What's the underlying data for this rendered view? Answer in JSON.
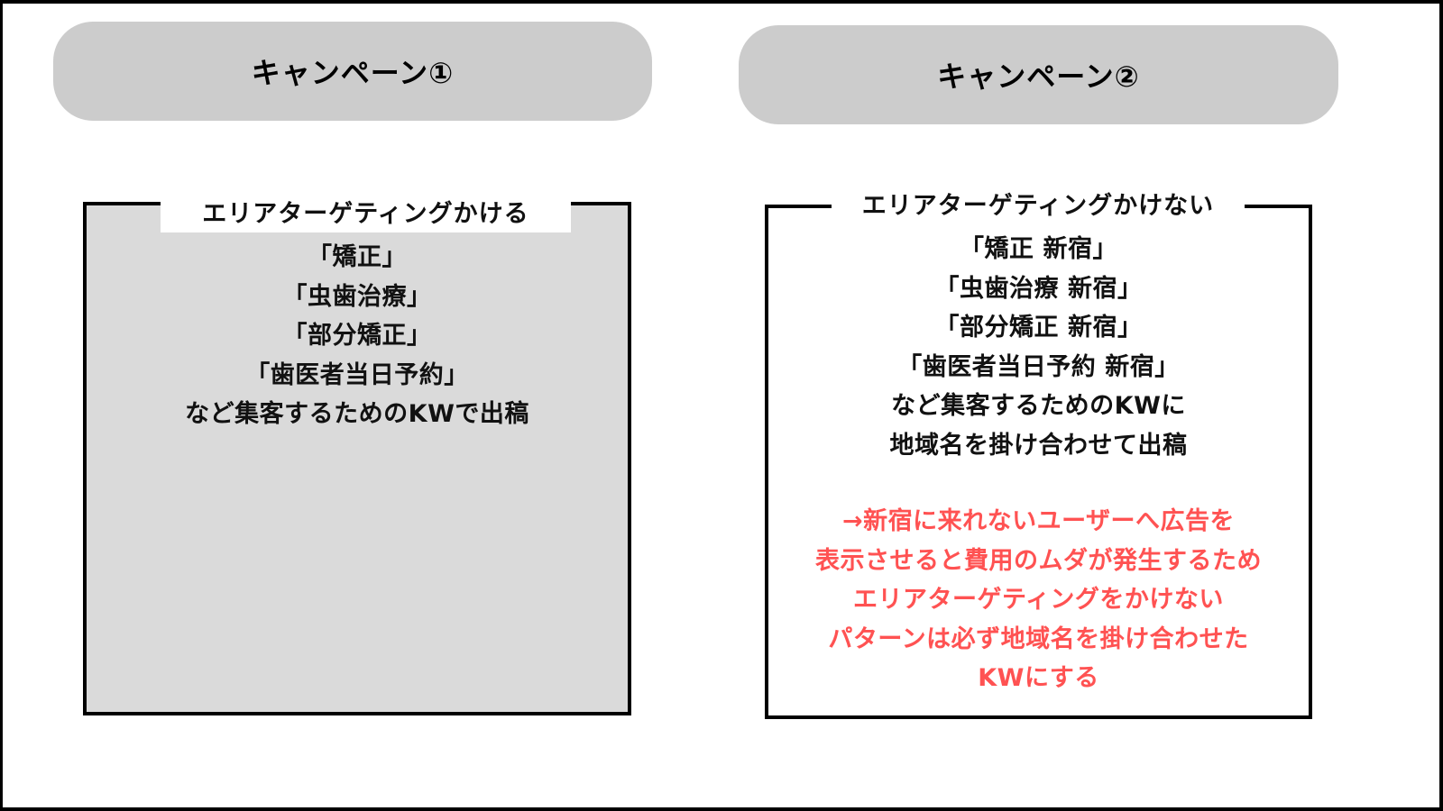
{
  "campaigns": [
    {
      "title": "キャンペーン①",
      "box_label": "エリアターゲティングかける",
      "keywords": [
        "「矯正」",
        "「虫歯治療」",
        "「部分矯正」",
        "「歯医者当日予約」"
      ],
      "description_lines": [
        "など集客するためのKWで出稿"
      ],
      "box_fill": "#dadada"
    },
    {
      "title": "キャンペーン②",
      "box_label": "エリアターゲティングかけない",
      "keywords": [
        "「矯正 新宿」",
        "「虫歯治療 新宿」",
        "「部分矯正 新宿」",
        "「歯医者当日予約 新宿」"
      ],
      "description_lines": [
        "など集客するためのKWに",
        "地域名を掛け合わせて出稿"
      ],
      "note_lines": [
        "→新宿に来れないユーザーへ広告を",
        "表示させると費用のムダが発生するため",
        "エリアターゲティングをかけない",
        "パターンは必ず地域名を掛け合わせた",
        "KWにする"
      ],
      "note_color": "#ff5252",
      "box_fill": "#ffffff"
    }
  ],
  "colors": {
    "pill_bg": "#cccccc",
    "frame": "#000000",
    "text": "#111111",
    "accent_red": "#ff5252"
  }
}
